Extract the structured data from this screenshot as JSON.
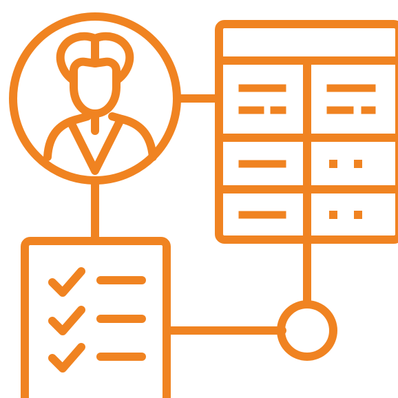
{
  "icon": {
    "name": "customer-data-workflow-icon",
    "color": "#F08321",
    "background": "#FFFFFF",
    "parts": [
      "user-avatar-icon",
      "data-table-icon",
      "checklist-icon",
      "connector-node-icon"
    ],
    "checklist_items": 3,
    "table_rows": 3,
    "table_columns": 2
  }
}
